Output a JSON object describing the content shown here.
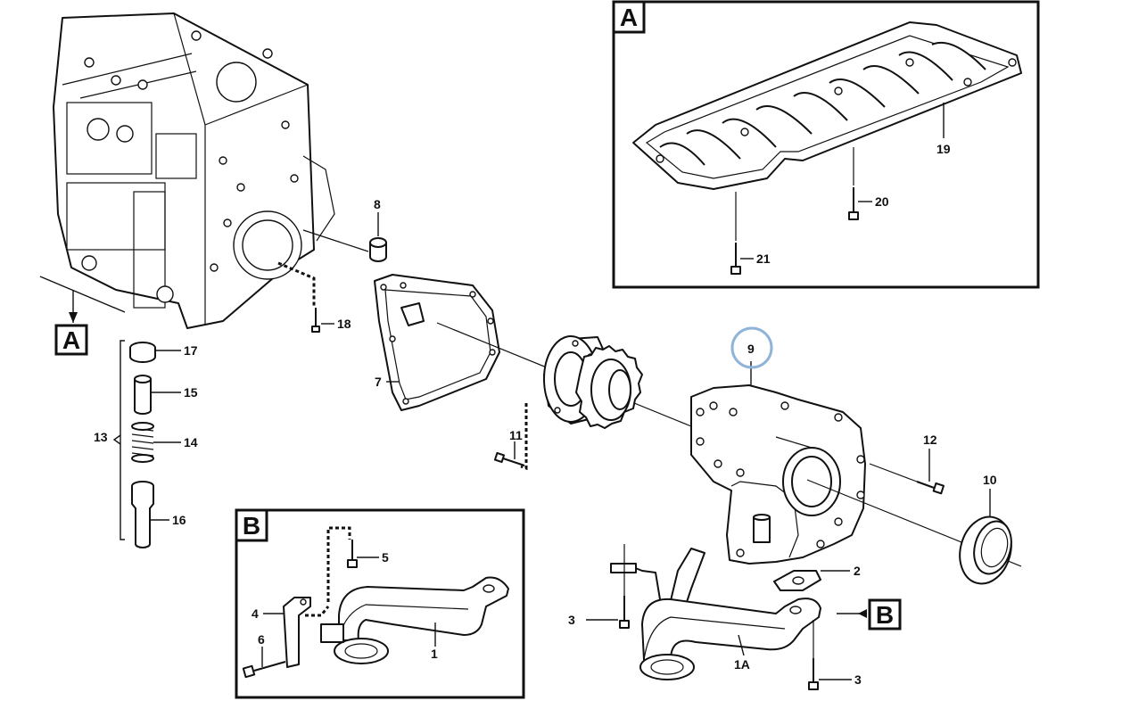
{
  "callouts": {
    "c1": "1",
    "c1A": "1A",
    "c2": "2",
    "c3a": "3",
    "c3b": "3",
    "c4": "4",
    "c5": "5",
    "c6": "6",
    "c7": "7",
    "c8": "8",
    "c9": "9",
    "c10": "10",
    "c11": "11",
    "c12": "12",
    "c13": "13",
    "c14": "14",
    "c15": "15",
    "c16": "16",
    "c17": "17",
    "c18": "18",
    "c19": "19",
    "c20": "20",
    "c21": "21"
  },
  "views": {
    "a_marker": "A",
    "a_inset": "A",
    "b_marker": "B",
    "b_inset": "B"
  },
  "highlight_color": "#8fb3d9"
}
